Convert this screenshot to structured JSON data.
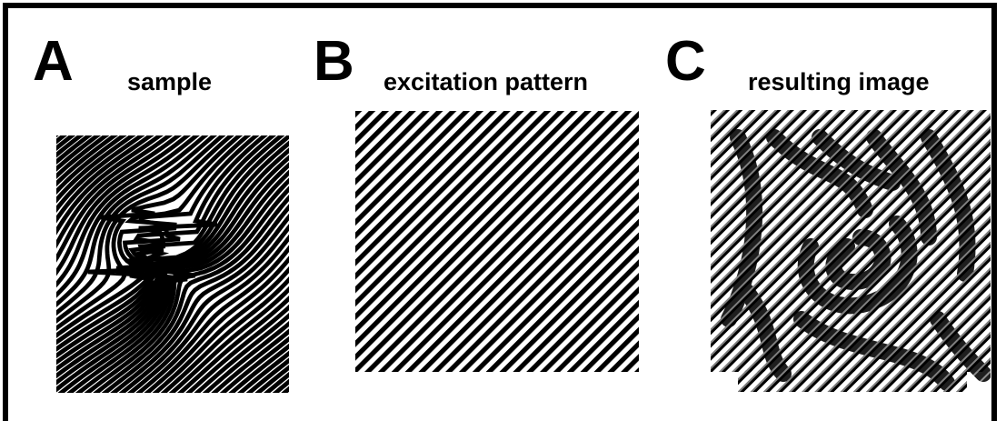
{
  "panels": [
    {
      "letter": "A",
      "title": "sample",
      "pattern": "sample-stripes"
    },
    {
      "letter": "B",
      "title": "excitation pattern",
      "pattern": "excitation-stripes"
    },
    {
      "letter": "C",
      "title": "resulting image",
      "pattern": "moire-stripes"
    }
  ],
  "colors": {
    "ink": "#000000",
    "background": "#ffffff",
    "frame": "#000000"
  }
}
